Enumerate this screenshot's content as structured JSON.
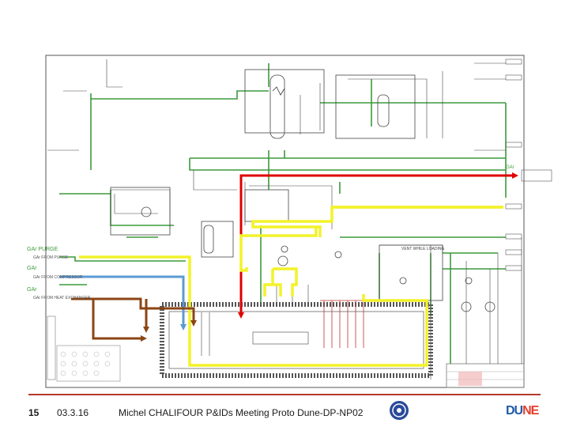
{
  "labels": {
    "gar_purge": "GAr PURGE",
    "gar_1": "GAr",
    "gar_2": "GAr",
    "gar_right": "GAr",
    "vent": "VENT WHILE LOADING",
    "from_purge": "GAr FROM PURGE",
    "from_compressor": "GAr FROM COMPRESSOR",
    "from_exchanger": "GAr FROM HEAT EXCHANGER"
  },
  "footer": {
    "page_number": "15",
    "date": "03.3.16",
    "title": "Michel CHALIFOUR P&IDs Meeting Proto Dune-DP-NP02",
    "logo_dune_prefix": "DU",
    "logo_dune_suffix": "NE"
  },
  "colors": {
    "red_line": "#e00000",
    "yellow_line": "#f2f22a",
    "green_line": "#3c9a3c",
    "blue_line": "#5b9bd5",
    "brown_line": "#8b4513"
  }
}
